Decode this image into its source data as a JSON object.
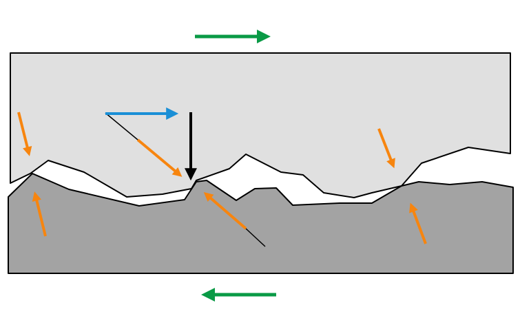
{
  "diagram": {
    "colors": {
      "upper_body": "#e0e0e0",
      "lower_body": "#a3a3a3",
      "outline": "#000000",
      "motion_arrow": "#0a9a46",
      "contact_force": "#f7850f",
      "tangential_force": "#1a8fd6",
      "normal_force": "#000000"
    },
    "bodies": {
      "upper": "upper-sliding-body",
      "lower": "lower-sliding-body"
    },
    "motion": {
      "upper_direction": "right",
      "lower_direction": "left"
    },
    "contacts": [
      {
        "id": "left-asperity-contact"
      },
      {
        "id": "center-asperity-contact"
      },
      {
        "id": "right-asperity-contact"
      }
    ]
  }
}
